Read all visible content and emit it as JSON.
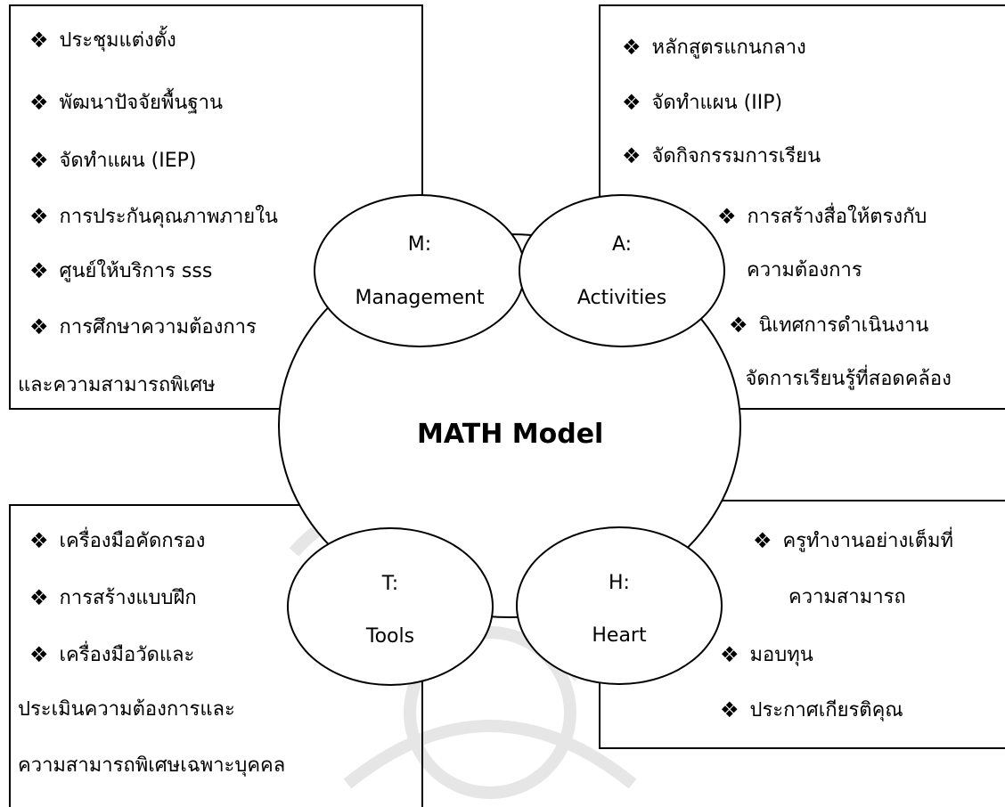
{
  "bullet_icon": "four-diamond-bullet",
  "center": {
    "title": "MATH Model"
  },
  "ovals": {
    "m": {
      "line1": "M:",
      "line2": "Management"
    },
    "a": {
      "line1": "A:",
      "line2": "Activities"
    },
    "t": {
      "line1": "T:",
      "line2": "Tools"
    },
    "h": {
      "line1": "H:",
      "line2": "Heart"
    }
  },
  "management_box": {
    "items": [
      "ประชุมแต่งตั้ง",
      "พัฒนาปัจจัยพื้นฐาน",
      "จัดทำแผน (IEP)",
      "การประกันคุณภาพภายใน",
      "ศูนย์ให้บริการ sss",
      "การศึกษาความต้องการ"
    ],
    "continuation": "และความสามารถพิเศษ"
  },
  "activities_box": {
    "items": [
      "หลักสูตรแกนกลาง",
      "จัดทำแผน (IIP)",
      "จัดกิจกรรมการเรียน",
      "การสร้างสื่อให้ตรงกับ"
    ],
    "continuation": "ความต้องการ",
    "items2": [
      "นิเทศการดำเนินงาน",
      "จัดการเรียนรู้ที่สอดคล้อง"
    ]
  },
  "tools_box": {
    "items": [
      "เครื่องมือคัดกรอง",
      "การสร้างแบบฝึก",
      "เครื่องมือวัดและ"
    ],
    "continuation1": "ประเมินความต้องการและ",
    "continuation2": "ความสามารถพิเศษเฉพาะบุคคล"
  },
  "heart_box": {
    "items": [
      "ครูทำงานอย่างเต็มที่"
    ],
    "continuation": "ความสามารถ",
    "items2": [
      "มอบทุน",
      "ประกาศเกียรติคุณ"
    ]
  }
}
